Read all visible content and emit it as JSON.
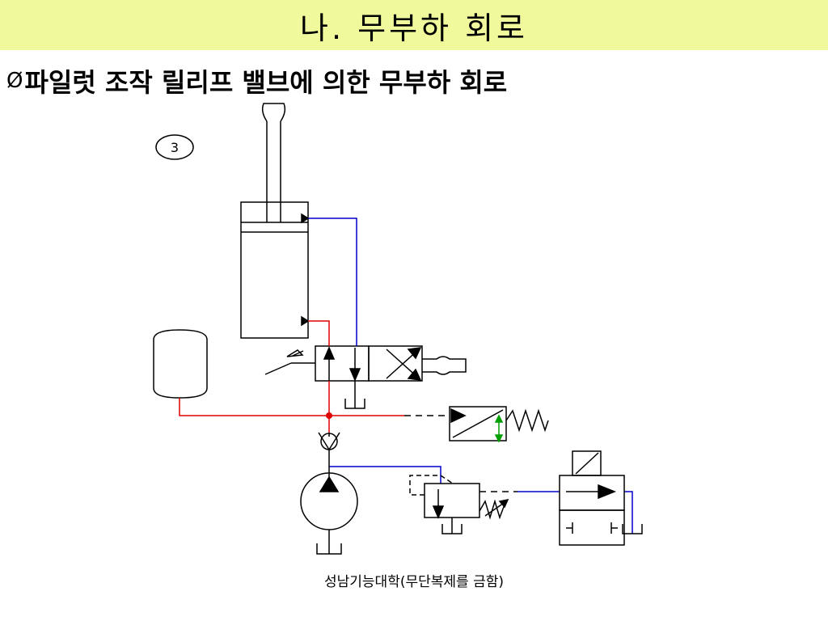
{
  "slide": {
    "title": "나. 무부하 회로",
    "subtitle_bullet": "Ø",
    "subtitle": "파일럿 조작 릴리프 밸브에 의한 무부하 회로",
    "step_number": "3",
    "footer": "성남기능대학(무단복제를 금함)"
  },
  "colors": {
    "title_bg": "#f0fa9c",
    "pressure_line": "#e00000",
    "return_line": "#0000c8",
    "pilot_line": "#000000",
    "indicator": "#00a000"
  }
}
